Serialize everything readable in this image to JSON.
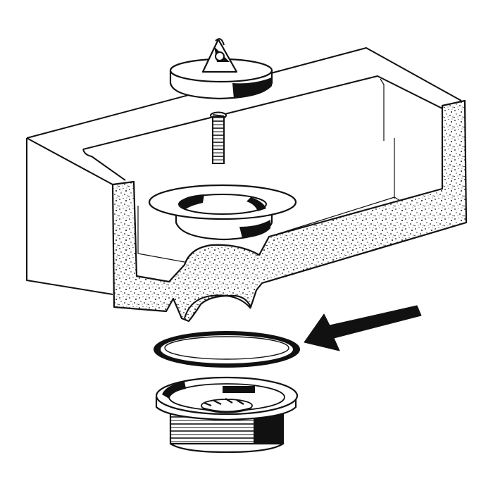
{
  "diagram": {
    "parts": [
      {
        "name": "plug-with-chain-loop"
      },
      {
        "name": "screw"
      },
      {
        "name": "top-flange"
      },
      {
        "name": "sink-basin-cutaway"
      },
      {
        "name": "sealing-washer",
        "highlighted": true
      },
      {
        "name": "threaded-waste-body"
      }
    ],
    "colors": {
      "ink": "#111111",
      "paper": "#ffffff",
      "cutaway_fill": "#ffffff"
    },
    "icons": [
      "arrow-left-icon"
    ]
  }
}
